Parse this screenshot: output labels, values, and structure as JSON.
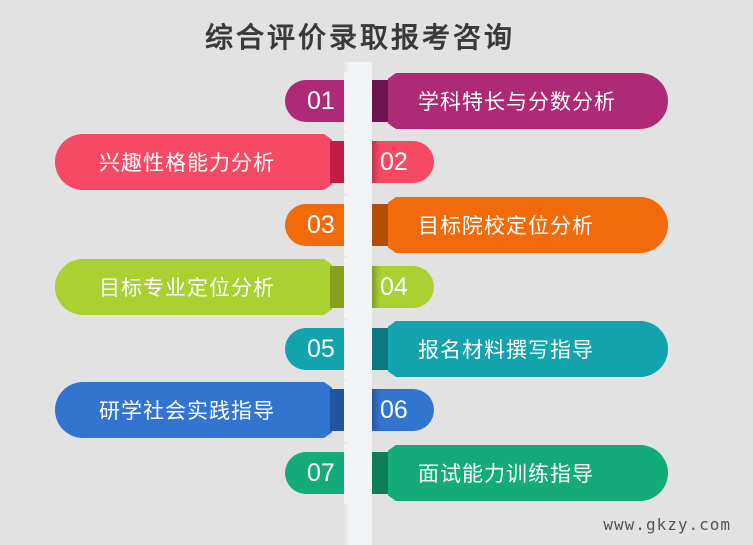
{
  "title": "综合评价录取报考咨询",
  "items": [
    {
      "num": "01",
      "label": "学科特长与分数分析",
      "side": "right",
      "color": "#ae2a77",
      "dark": "#6e1550"
    },
    {
      "num": "02",
      "label": "兴趣性格能力分析",
      "side": "left",
      "color": "#f64a64",
      "dark": "#c21e45"
    },
    {
      "num": "03",
      "label": "目标院校定位分析",
      "side": "right",
      "color": "#f16b0b",
      "dark": "#b44d05"
    },
    {
      "num": "04",
      "label": "目标专业定位分析",
      "side": "left",
      "color": "#aad131",
      "dark": "#86a01e"
    },
    {
      "num": "05",
      "label": "报名材料撰写指导",
      "side": "right",
      "color": "#12a3ad",
      "dark": "#0c7880"
    },
    {
      "num": "06",
      "label": "研学社会实践指导",
      "side": "left",
      "color": "#3275d0",
      "dark": "#2255a0"
    },
    {
      "num": "07",
      "label": "面试能力训练指导",
      "side": "right",
      "color": "#12ab79",
      "dark": "#0c7e58"
    }
  ],
  "footer": "www.gkzy.com",
  "colors": {
    "background": "#e2e2e2",
    "title": "#3a3a3a",
    "strip": "#f3f4f6"
  }
}
